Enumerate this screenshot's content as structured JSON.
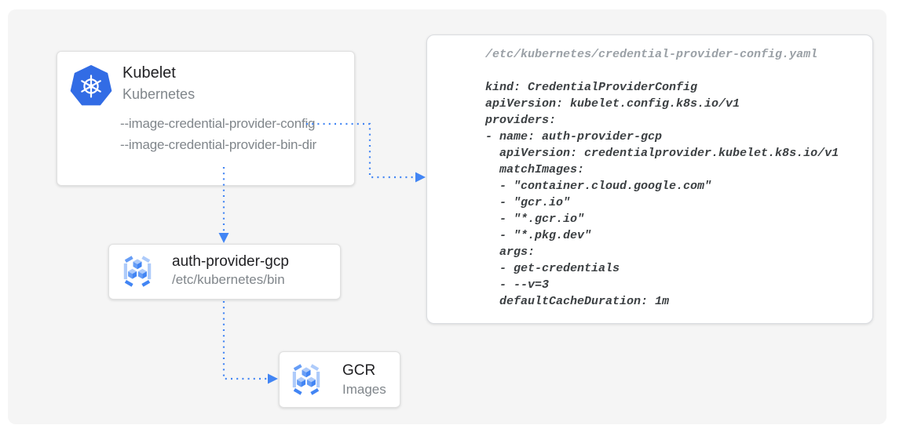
{
  "colors": {
    "arrow_blue": "#4285f4",
    "kubernetes_blue": "#326ce5",
    "gcr_icon_light": "#aecbfa",
    "gcr_icon_medium": "#669df6",
    "gcr_icon_dark": "#4285f4",
    "title_text": "#212124",
    "subtitle_text": "#80868b",
    "panel_background": "#f5f5f5",
    "card_background": "#ffffff"
  },
  "nodes": {
    "kubelet": {
      "title": "Kubelet",
      "subtitle": "Kubernetes",
      "icon": "kubernetes-icon",
      "flags": [
        "--image-credential-provider-config",
        "--image-credential-provider-bin-dir"
      ]
    },
    "auth_provider": {
      "title": "auth-provider-gcp",
      "subtitle": "/etc/kubernetes/bin",
      "icon": "gcr-cubes-icon"
    },
    "gcr": {
      "title": "GCR",
      "subtitle": "Images",
      "icon": "gcr-cubes-icon"
    }
  },
  "connections": [
    {
      "from": "kubelet.--image-credential-provider-config",
      "to": "config-file-panel",
      "style": "dotted-blue-arrow"
    },
    {
      "from": "kubelet",
      "to": "auth_provider",
      "style": "dotted-blue-arrow"
    },
    {
      "from": "auth_provider",
      "to": "gcr",
      "style": "dotted-blue-arrow"
    }
  ],
  "config_panel": {
    "filename": "/etc/kubernetes/credential-provider-config.yaml",
    "code": "kind: CredentialProviderConfig\napiVersion: kubelet.config.k8s.io/v1\nproviders:\n- name: auth-provider-gcp\n  apiVersion: credentialprovider.kubelet.k8s.io/v1\n  matchImages:\n  - \"container.cloud.google.com\"\n  - \"gcr.io\"\n  - \"*.gcr.io\"\n  - \"*.pkg.dev\"\n  args:\n  - get-credentials\n  - --v=3\n  defaultCacheDuration: 1m"
  }
}
